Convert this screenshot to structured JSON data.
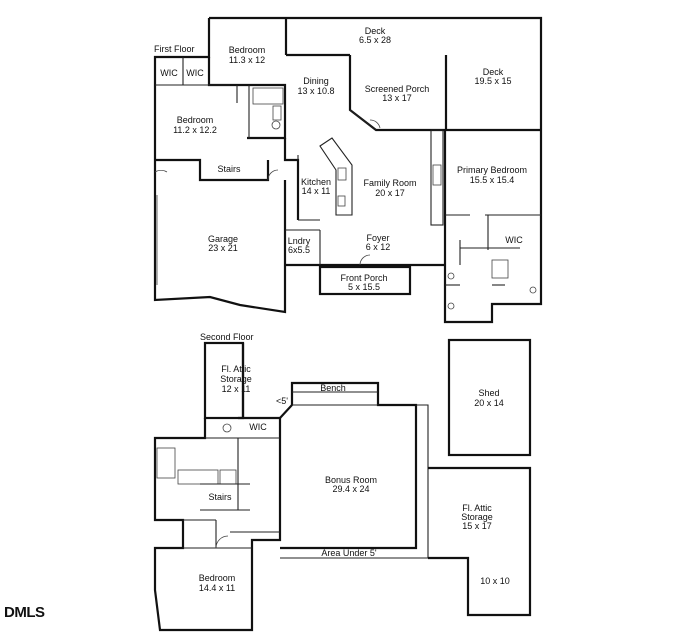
{
  "logo": "DMLS",
  "first_floor": {
    "header": "First Floor",
    "rooms": [
      {
        "key": "bedroom_a",
        "name": "Bedroom",
        "dims": "11.3 x 12"
      },
      {
        "key": "wic_a",
        "name": "WIC",
        "dims": ""
      },
      {
        "key": "wic_b",
        "name": "WIC",
        "dims": ""
      },
      {
        "key": "bedroom_b",
        "name": "Bedroom",
        "dims": "11.2 x 12.2"
      },
      {
        "key": "dining",
        "name": "Dining",
        "dims": "13 x 10.8"
      },
      {
        "key": "deck_a",
        "name": "Deck",
        "dims": "6.5 x 28"
      },
      {
        "key": "deck_b",
        "name": "Deck",
        "dims": "19.5 x 15"
      },
      {
        "key": "screened_porch",
        "name": "Screened Porch",
        "dims": "13 x 17"
      },
      {
        "key": "stairs",
        "name": "Stairs",
        "dims": ""
      },
      {
        "key": "kitchen",
        "name": "Kitchen",
        "dims": "14 x 11"
      },
      {
        "key": "family_room",
        "name": "Family Room",
        "dims": "20 x 17"
      },
      {
        "key": "primary_bedroom",
        "name": "Primary Bedroom",
        "dims": "15.5 x 15.4"
      },
      {
        "key": "wic_primary",
        "name": "WIC",
        "dims": ""
      },
      {
        "key": "garage",
        "name": "Garage",
        "dims": "23 x 21"
      },
      {
        "key": "laundry",
        "name": "Lndry",
        "dims": "6x5.5"
      },
      {
        "key": "foyer",
        "name": "Foyer",
        "dims": "6 x 12"
      },
      {
        "key": "front_porch",
        "name": "Front Porch",
        "dims": "5 x 15.5"
      }
    ]
  },
  "second_floor": {
    "header": "Second Floor",
    "rooms": [
      {
        "key": "attic_storage_a",
        "name": "Fl. Attic",
        "name2": "Storage",
        "dims": "12 x 11"
      },
      {
        "key": "bench",
        "name": "Bench",
        "name2": "",
        "dims": ""
      },
      {
        "key": "low_ceiling",
        "name": "<5'",
        "name2": "",
        "dims": ""
      },
      {
        "key": "wic",
        "name": "WIC",
        "name2": "",
        "dims": ""
      },
      {
        "key": "bonus_room",
        "name": "Bonus Room",
        "name2": "",
        "dims": "29.4 x 24"
      },
      {
        "key": "stairs",
        "name": "Stairs",
        "name2": "",
        "dims": ""
      },
      {
        "key": "area_under",
        "name": "Area Under 5'",
        "name2": "",
        "dims": ""
      },
      {
        "key": "attic_storage_b",
        "name": "Fl. Attic",
        "name2": "Storage",
        "dims": "15 x 17"
      },
      {
        "key": "small_area",
        "name": "",
        "name2": "",
        "dims": "10 x 10"
      },
      {
        "key": "bedroom",
        "name": "Bedroom",
        "name2": "",
        "dims": "14.4 x 11"
      }
    ]
  },
  "shed": {
    "name": "Shed",
    "dims": "20 x 14"
  }
}
